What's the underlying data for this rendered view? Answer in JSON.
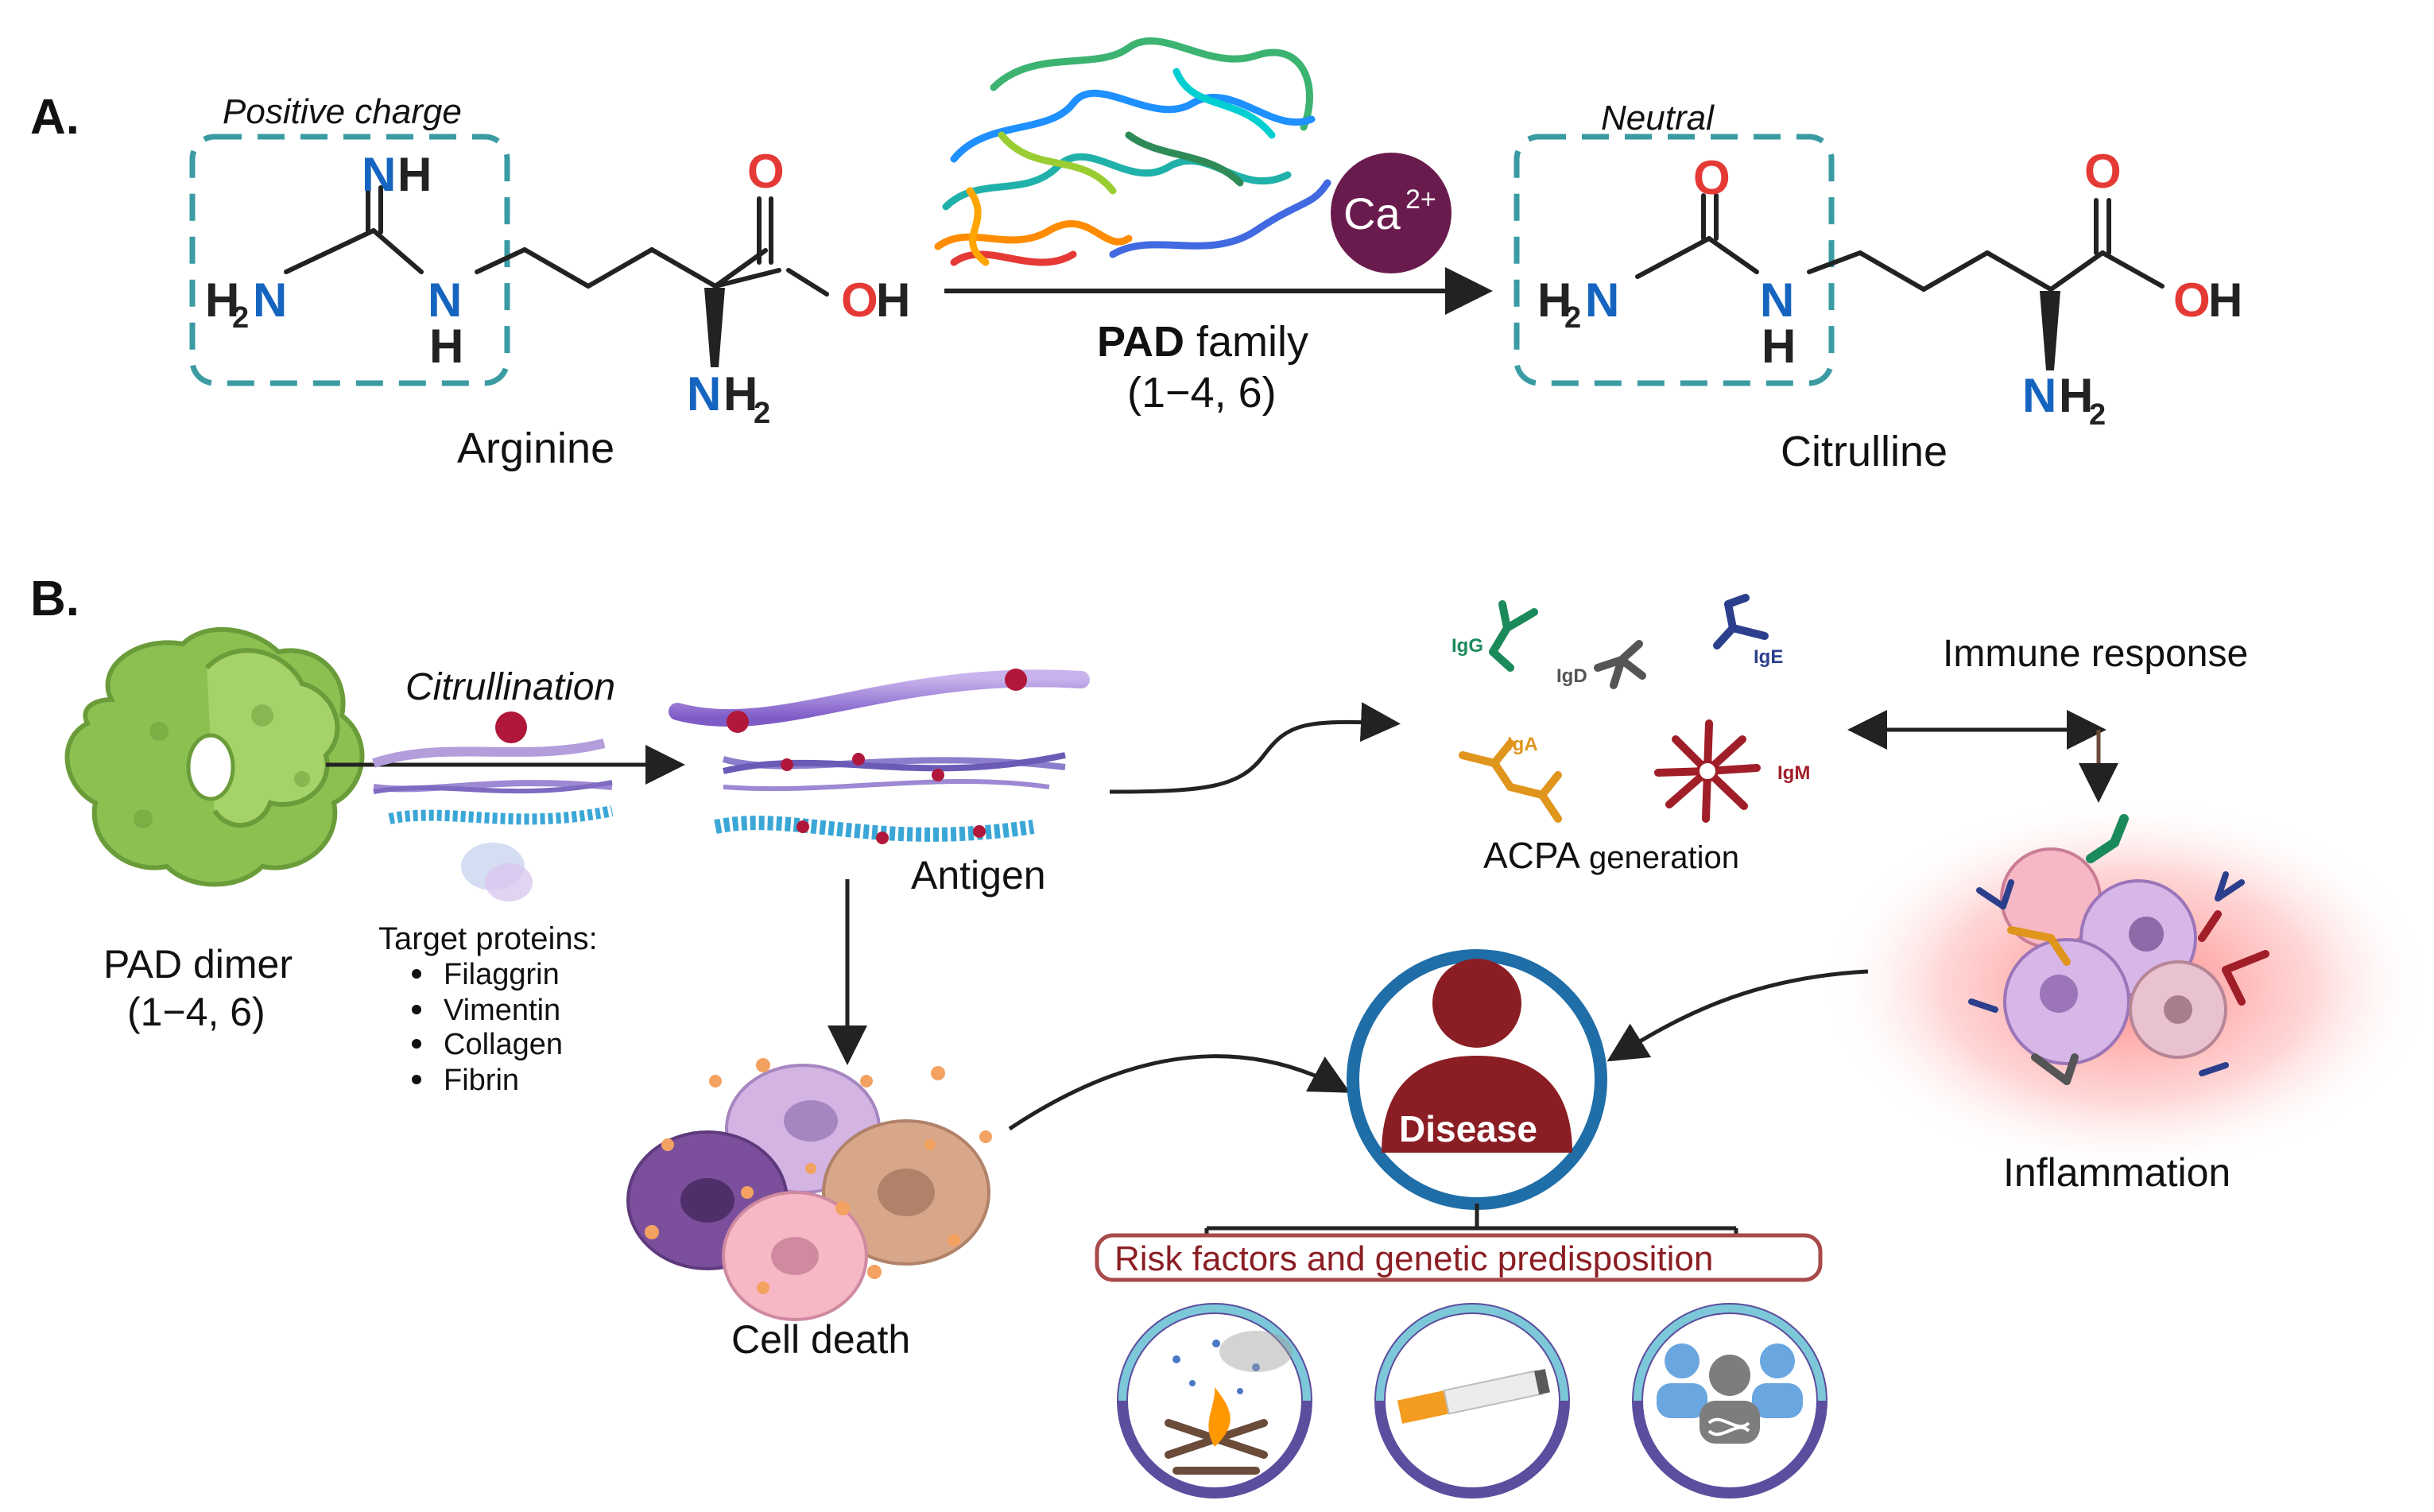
{
  "panel_a": {
    "label": "A.",
    "positive_charge": "Positive charge",
    "neutral": "Neutral",
    "arginine_name": "Arginine",
    "citrulline_name": "Citrulline",
    "enzyme_bold": "PAD",
    "enzyme_rest": " family",
    "enzyme_isoforms": "(1−4, 6)",
    "ion": "Ca",
    "ion_charge": "2+",
    "atoms": {
      "N": "N",
      "H": "H",
      "O": "O",
      "OH": "OH",
      "two": "2"
    }
  },
  "panel_b": {
    "label": "B.",
    "pad_dimer": "PAD dimer",
    "pad_isoforms": "(1−4, 6)",
    "citrullination": "Citrullination",
    "target_title": "Target proteins:",
    "targets": [
      "Filaggrin",
      "Vimentin",
      "Collagen",
      "Fibrin"
    ],
    "antigen": "Antigen",
    "cell_death": "Cell death",
    "acpa_big": "ACPA",
    "acpa_small": " generation",
    "antibodies": [
      "IgG",
      "IgD",
      "IgE",
      "IgA",
      "IgM"
    ],
    "immune_response": "Immune response",
    "inflammation": "Inflammation",
    "disease": "Disease",
    "risk_factors": "Risk factors and genetic predisposition"
  },
  "colors": {
    "dashed_box": "#3a9ba3",
    "nitrogen": "#1565c0",
    "oxygen": "#e53935",
    "disease_red": "#8b1e24",
    "ring_blue": "#1f6ea8",
    "risk_ring": "#5c4d9e",
    "ion_fill": "#6a1b4d",
    "pad_green": "#8cc152"
  }
}
